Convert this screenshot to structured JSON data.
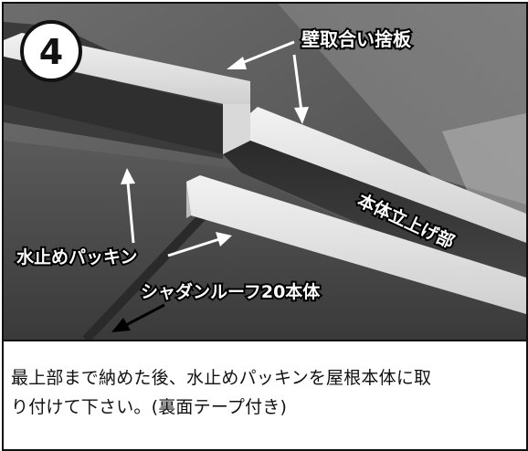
{
  "step": {
    "number": "4"
  },
  "labels": {
    "kabe_toriai": "壁取合い捨板",
    "hontai_tachiage": "本体立上げ部",
    "mizudome_packing": "水止めパッキン",
    "roof_product": "シャダンルーフ20本体"
  },
  "caption": {
    "line1": "最上部まで納めた後、水止めパッキンを屋根本体に取",
    "line2": "り付けて下さい。(裏面テープ付き)"
  }
}
